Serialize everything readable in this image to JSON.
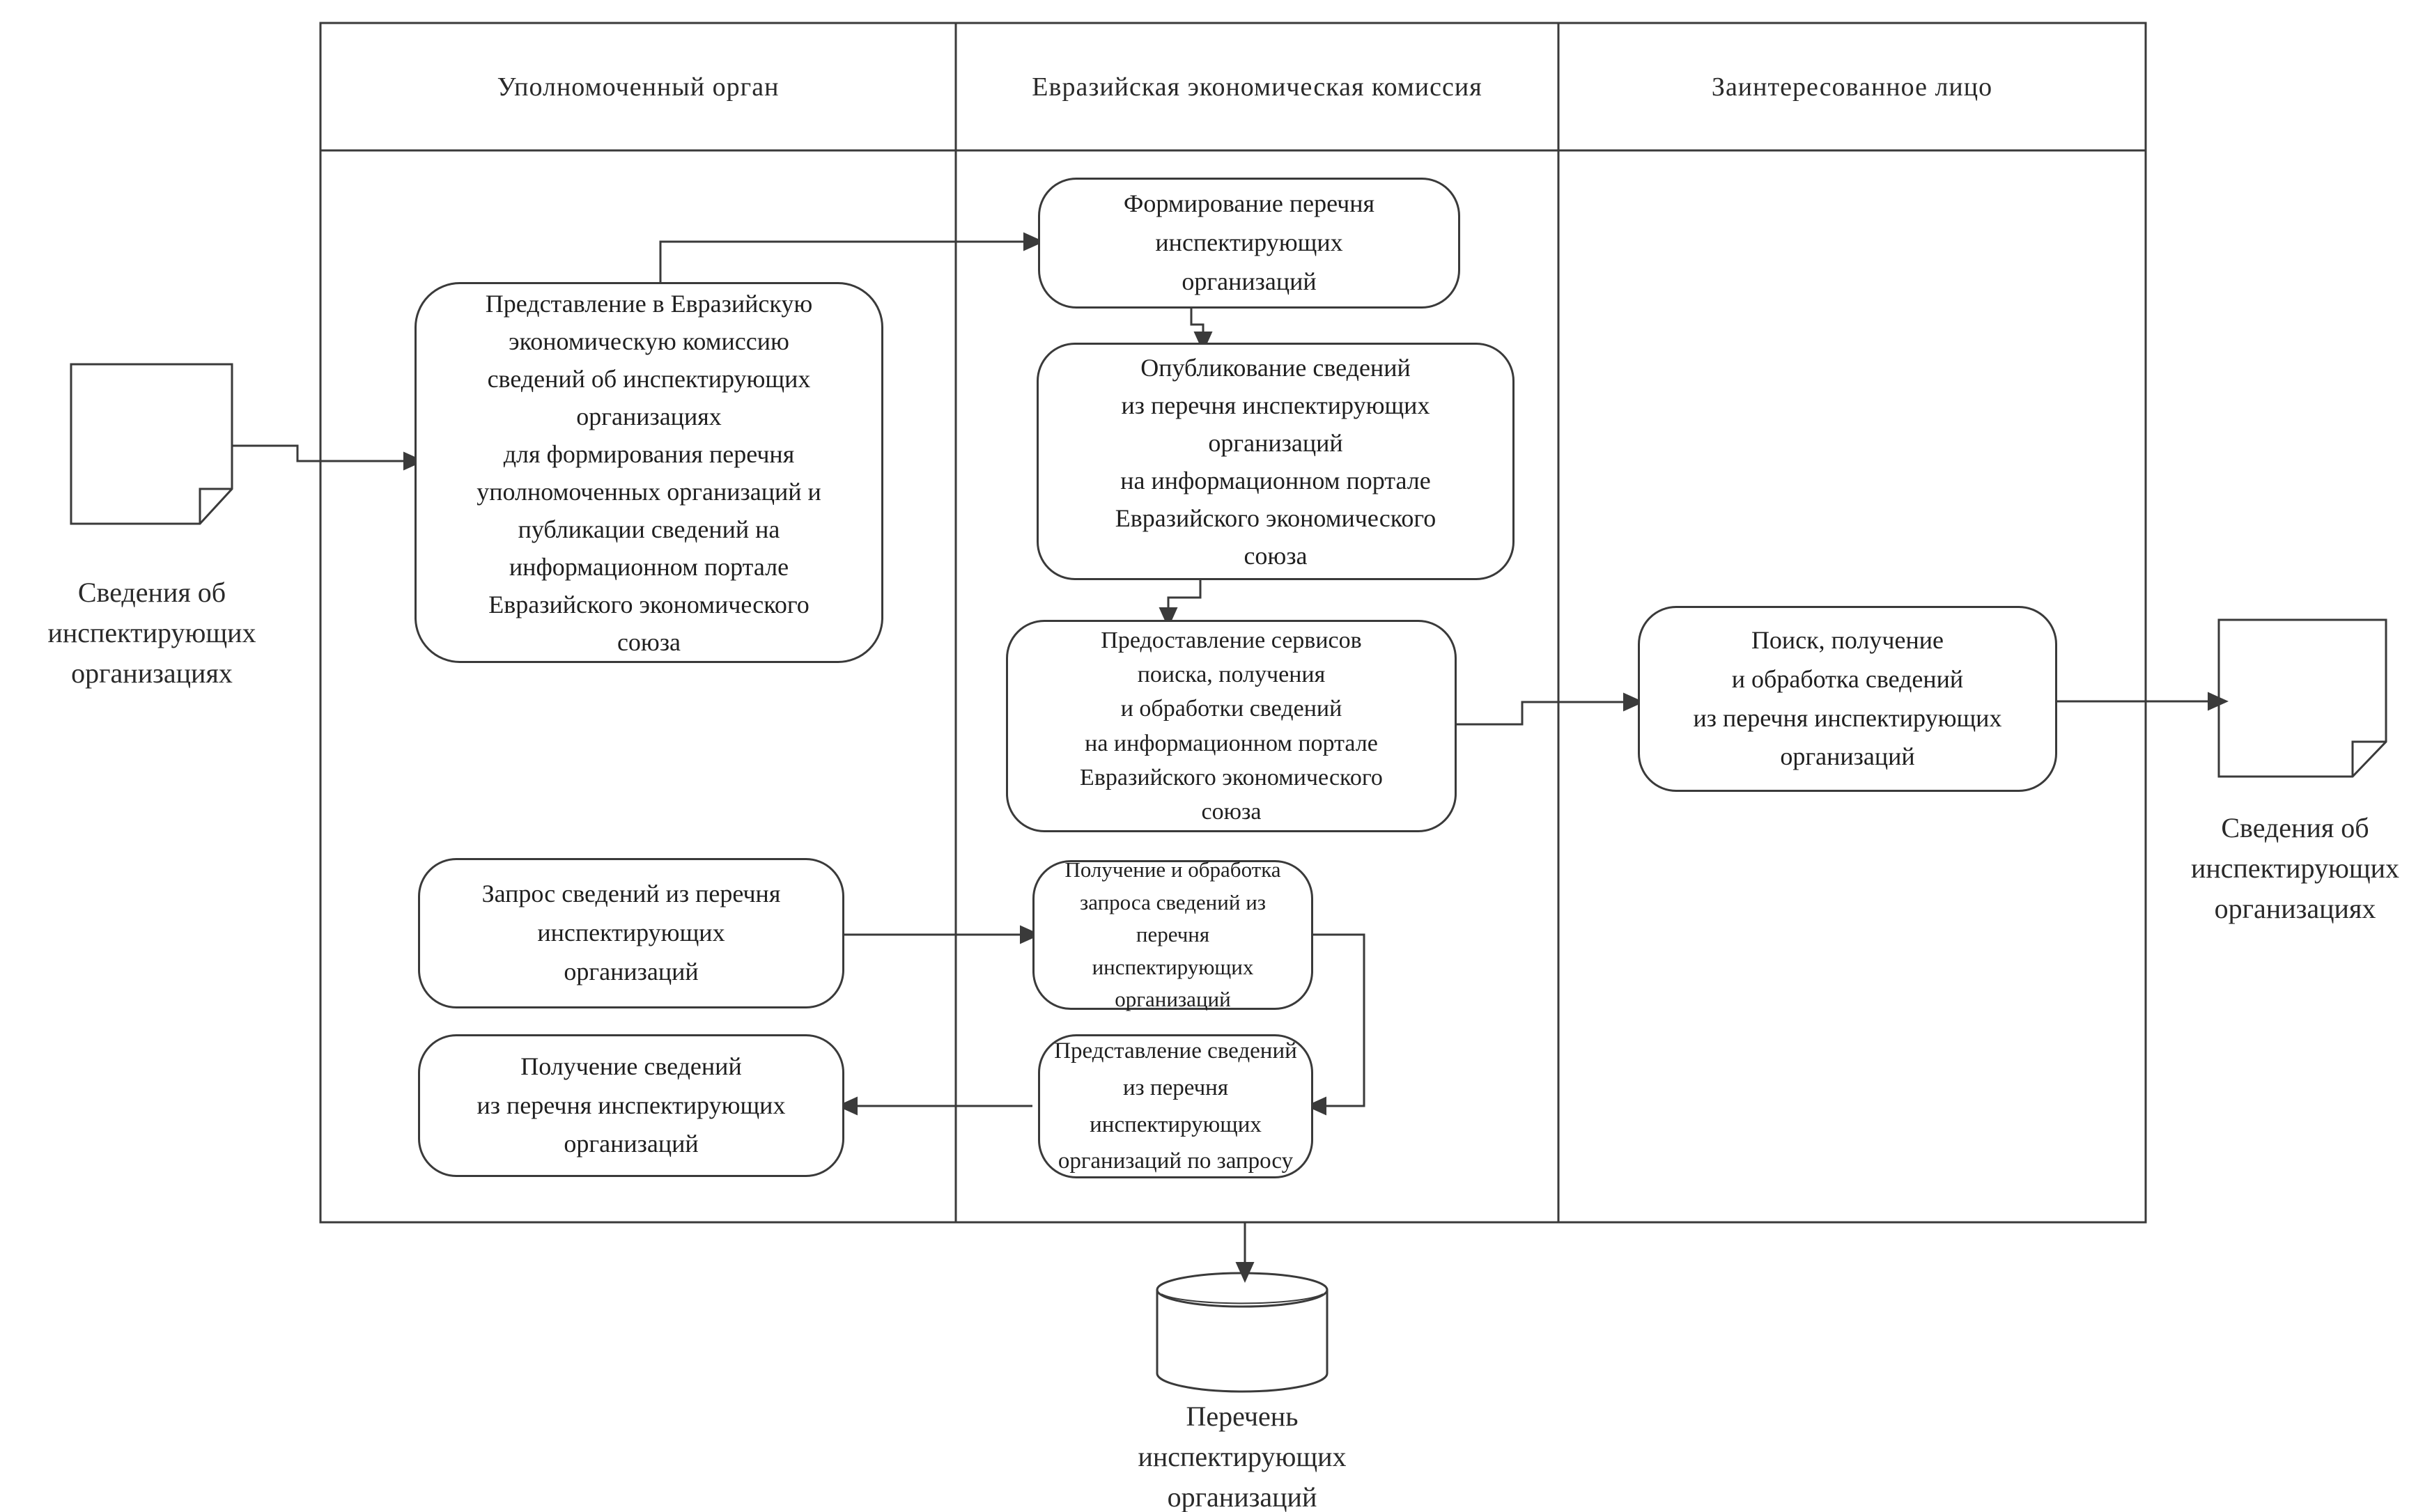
{
  "lanes": {
    "authorized_body": {
      "title": "Уполномоченный орган"
    },
    "eec": {
      "title": "Евразийская экономическая комиссия"
    },
    "interested_person": {
      "title": "Заинтересованное лицо"
    }
  },
  "nodes": {
    "uo_submit": {
      "text": "Представление в Евразийскую\nэкономическую комиссию\nсведений об инспектирующих\nорганизациях\nдля формирования перечня\nуполномоченных организаций и\nпубликации сведений на\nинформационном портале\nЕвразийского экономического\nсоюза"
    },
    "eec_form_list": {
      "text": "Формирование перечня\nинспектирующих\nорганизаций"
    },
    "eec_publish": {
      "text": "Опубликование сведений\nиз перечня инспектирующих\nорганизаций\nна информационном портале\nЕвразийского экономического\nсоюза"
    },
    "eec_services": {
      "text": "Предоставление сервисов\nпоиска, получения\nи обработки сведений\nна информационном портале\nЕвразийского экономического\nсоюза"
    },
    "person_search": {
      "text": "Поиск, получение\nи обработка сведений\nиз перечня инспектирующих\nорганизаций"
    },
    "uo_request": {
      "text": "Запрос сведений из перечня\nинспектирующих\nорганизаций"
    },
    "uo_receive": {
      "text": "Получение сведений\nиз перечня инспектирующих\nорганизаций"
    },
    "eec_process_request": {
      "text": "Получение и обработка\nзапроса сведений из перечня\nинспектирующих\nорганизаций"
    },
    "eec_provide_info": {
      "text": "Представление сведений\nиз перечня инспектирующих\nорганизаций по запросу"
    }
  },
  "artifacts": {
    "doc_input": {
      "icon": "document-icon",
      "label": "Сведения об\nинспектирующих\nорганизациях"
    },
    "doc_output": {
      "icon": "document-icon",
      "label": "Сведения об\nинспектирующих\nорганизациях"
    },
    "datastore": {
      "icon": "database-icon",
      "label": "Перечень\nинспектирующих\nорганизаций"
    }
  },
  "colors": {
    "ink": "#1f1f1f",
    "line": "#3a3a3a",
    "background": "#ffffff"
  }
}
